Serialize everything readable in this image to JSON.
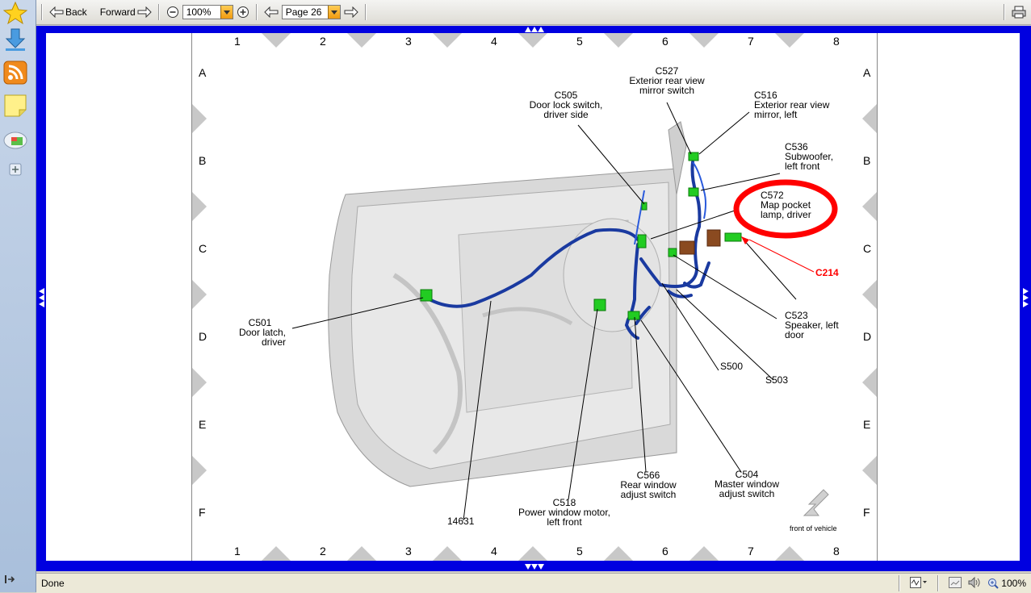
{
  "toolbar": {
    "back_label": "Back",
    "forward_label": "Forward",
    "zoom_value": "100%",
    "page_value": "Page 26"
  },
  "sheet": {
    "columns": [
      "1",
      "2",
      "3",
      "4",
      "5",
      "6",
      "7",
      "8"
    ],
    "rows": [
      "A",
      "B",
      "C",
      "D",
      "E",
      "F"
    ],
    "callouts": {
      "c527": [
        "C527",
        "Exterior rear view",
        "mirror switch"
      ],
      "c505": [
        "C505",
        "Door lock switch,",
        "driver side"
      ],
      "c516": [
        "C516",
        "Exterior rear view",
        "mirror, left"
      ],
      "c536": [
        "C536",
        "Subwoofer,",
        "left front"
      ],
      "c572": [
        "C572",
        "Map pocket",
        "lamp, driver"
      ],
      "c214": "C214",
      "c523": [
        "C523",
        "Speaker, left",
        "door"
      ],
      "s500": "S500",
      "s503": "S503",
      "c501": [
        "C501",
        "Door latch,",
        "driver"
      ],
      "c518": [
        "C518",
        "Power window motor,",
        "left front"
      ],
      "c566": [
        "C566",
        "Rear window",
        "adjust switch"
      ],
      "c504": [
        "C504",
        "Master window",
        "adjust switch"
      ],
      "w14631": "14631",
      "front_of_vehicle": "front of vehicle"
    },
    "highlight_color": "#ff0000",
    "harness_color": "#1a3aa0",
    "connector_color": "#22cc22"
  },
  "status": {
    "text": "Done",
    "zoom": "100%"
  }
}
